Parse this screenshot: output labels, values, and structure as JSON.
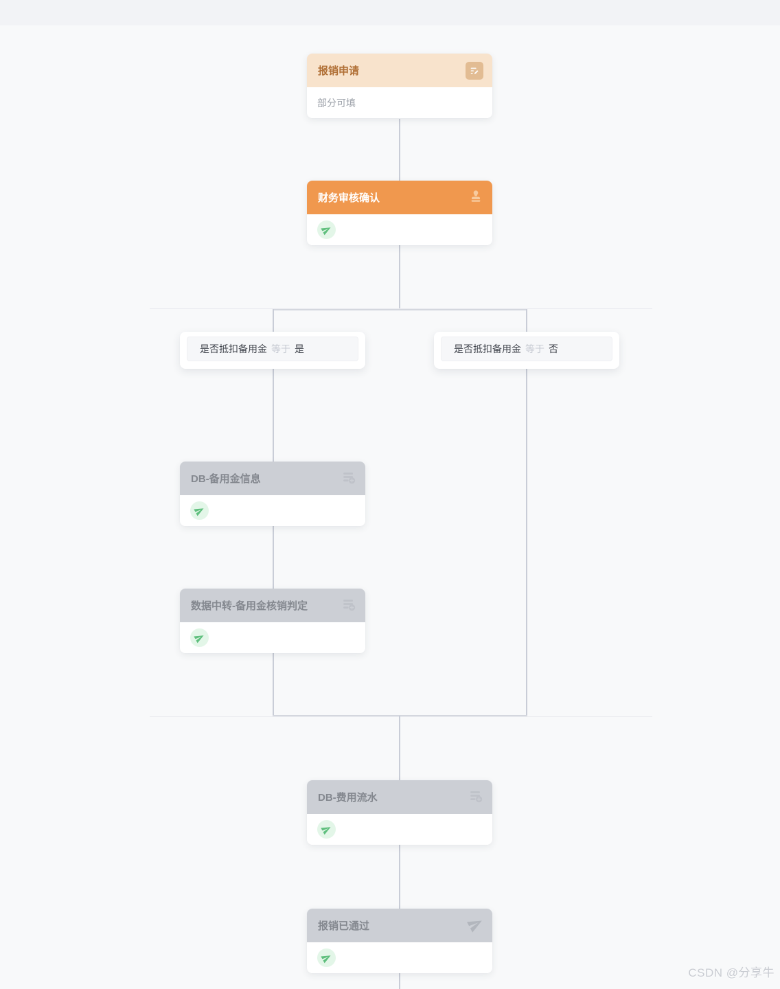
{
  "watermark": "CSDN @分享牛",
  "colors": {
    "canvas_bg": "#F8F9FA",
    "topbar_bg": "#F2F3F6",
    "accent_orange": "#F0984E",
    "accent_peach": "#F8E3CC",
    "title_brown": "#B06F35",
    "gray_header": "#CCCFD5",
    "gray_header_text": "#84888F",
    "green_icon": "#5FBF7D",
    "green_icon_bg": "#E3F6E8",
    "connector": "#C9CDD7"
  },
  "nodes": {
    "start": {
      "title": "报销申请",
      "subtitle": "部分可填",
      "icon": "form-edit-icon"
    },
    "finance_review": {
      "title": "财务审核确认",
      "icon": "stamp-icon"
    },
    "db_reserve_info": {
      "title": "DB-备用金信息",
      "icon": "database-add-icon"
    },
    "data_transfer": {
      "title": "数据中转-备用金核销判定",
      "icon": "database-add-icon"
    },
    "db_expense_flow": {
      "title": "DB-费用流水",
      "icon": "database-add-icon"
    },
    "end": {
      "title": "报销已通过",
      "icon": "send-icon"
    }
  },
  "branches": {
    "left": {
      "field": "是否抵扣备用金",
      "operator": "等于",
      "value": "是"
    },
    "right": {
      "field": "是否抵扣备用金",
      "operator": "等于",
      "value": "否"
    }
  }
}
